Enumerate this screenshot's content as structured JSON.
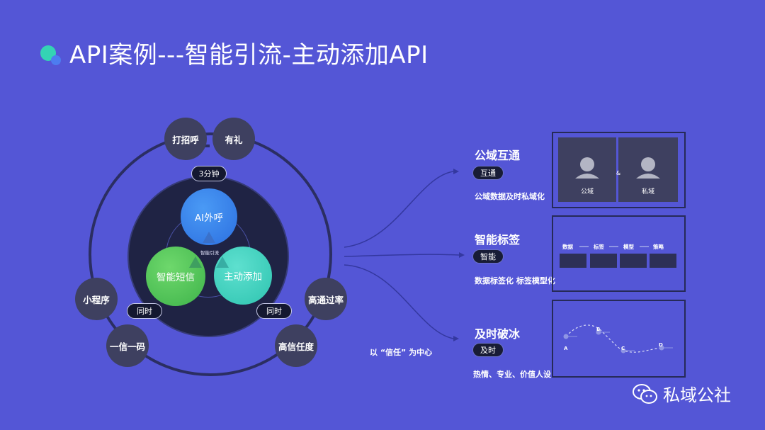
{
  "colors": {
    "background": "#5456d6",
    "logo_teal": "#34d3b4",
    "logo_blue": "#4d7cf0",
    "node_gray": "#3e4060",
    "disc_dark": "#1f2344",
    "ai_blue": "#3a88ef",
    "sms_green": "#4cc45a",
    "add_teal": "#3fd2bf"
  },
  "header": {
    "title": "API案例---智能引流-主动添加API"
  },
  "diagram": {
    "center_label": "智能引流",
    "circles": {
      "ai_call": "AI外呼",
      "smart_sms": "智能短信",
      "active_add": "主动添加"
    },
    "pills": {
      "top": "3分钟",
      "left": "同时",
      "right": "同时"
    },
    "tags": {
      "greet": "打招呼",
      "polite": "有礼",
      "mini_program": "小程序",
      "one_message_one_code": "一信一码",
      "high_pass_rate": "高通过率",
      "high_trust": "高信任度"
    },
    "center_note": "以 “信任” 为中心"
  },
  "sections": {
    "public": {
      "title": "公域互通",
      "badge": "互通",
      "desc": "公域数据及时私域化",
      "panel": {
        "left_label": "公域",
        "right_label": "私域",
        "connector": "&"
      }
    },
    "tags": {
      "title": "智能标签",
      "badge": "智能",
      "desc": "数据标签化 标签模型化",
      "panel": {
        "steps": [
          "数据",
          "标签",
          "模型",
          "策略"
        ]
      }
    },
    "icebreak": {
      "title": "及时破冰",
      "badge": "及时",
      "desc": "热情、专业、价值人设",
      "panel": {
        "points": [
          "A",
          "B",
          "C",
          "D"
        ]
      }
    }
  },
  "watermark": {
    "text": "私域公社",
    "icon": "wechat-icon"
  }
}
